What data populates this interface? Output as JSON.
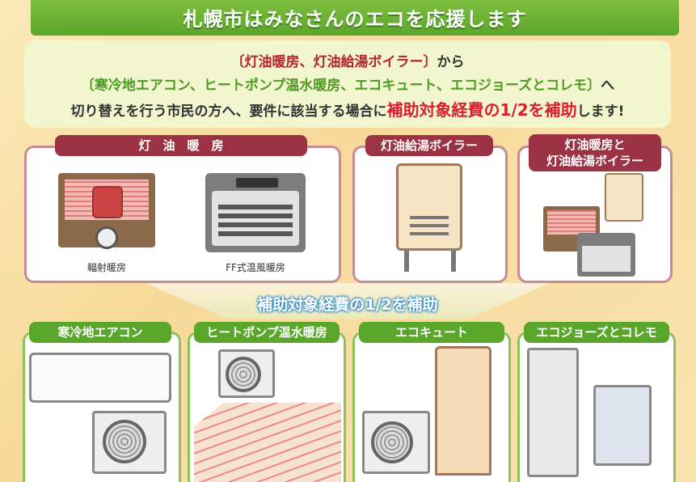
{
  "banner": {
    "title": "札幌市はみなさんのエコを応援します"
  },
  "intro": {
    "line1_bracket": "〔灯油暖房、灯油給湯ボイラー〕",
    "line1_suffix": "から",
    "line2_bracket": "〔寒冷地エアコン、ヒートポンプ温水暖房、エコキュート、エコジョーズとコレモ〕",
    "line2_suffix": "へ",
    "line3_prefix": "切り替えを行う市民の方へ、要件に該当する場合に",
    "line3_highlight": "補助対象経費の1/2を補助",
    "line3_suffix": "します!"
  },
  "old_systems": {
    "kerosene_heating": {
      "tag": "灯　油　暖　房",
      "items": [
        {
          "caption": "輻射暖房"
        },
        {
          "caption": "FF式温風暖房"
        }
      ]
    },
    "kerosene_boiler": {
      "tag": "灯油給湯ボイラー"
    },
    "both": {
      "tag_line1": "灯油暖房と",
      "tag_line2": "灯油給湯ボイラー"
    }
  },
  "middle_label": "補助対象経費の1/2を補助",
  "new_systems": [
    {
      "tag": "寒冷地エアコン"
    },
    {
      "tag": "ヒートポンプ温水暖房"
    },
    {
      "tag": "エコキュート"
    },
    {
      "tag": "エコジョーズとコレモ"
    }
  ],
  "colors": {
    "green": "#59a62a",
    "maroon": "#9c3344",
    "red": "#d91f2d"
  }
}
